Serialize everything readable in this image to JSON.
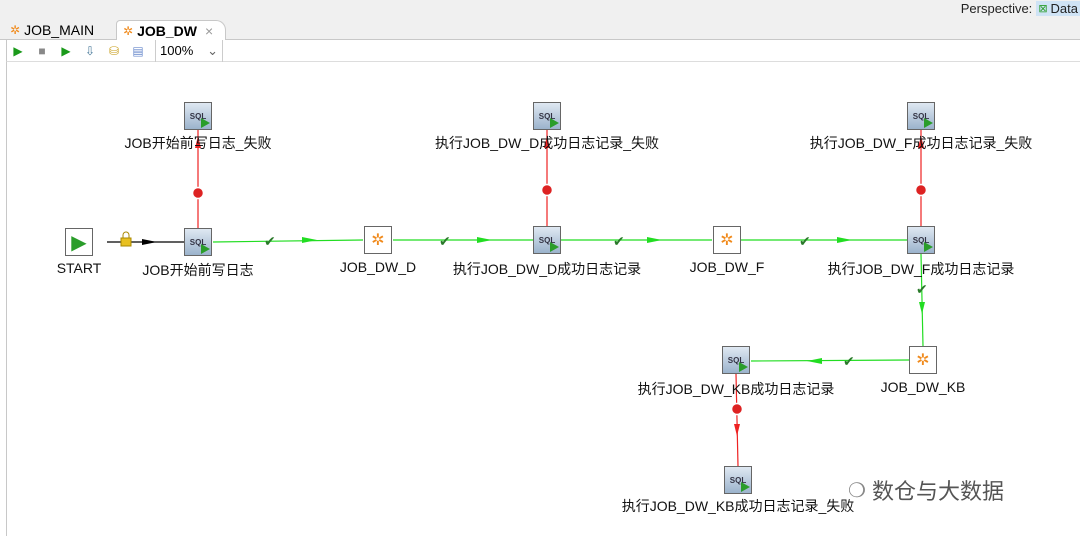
{
  "perspective": {
    "label": "Perspective:",
    "value": "Data"
  },
  "tabs": [
    {
      "label": "JOB_MAIN"
    },
    {
      "label": "JOB_DW",
      "close": "×"
    }
  ],
  "toolbar": {
    "zoom": "100%"
  },
  "nodes": {
    "start": "START",
    "pre_log": "JOB开始前写日志",
    "pre_log_fail": "JOB开始前写日志_失败",
    "job_d": "JOB_DW_D",
    "d_log": "执行JOB_DW_D成功日志记录",
    "d_fail": "执行JOB_DW_D成功日志记录_失败",
    "job_f": "JOB_DW_F",
    "f_log": "执行JOB_DW_F成功日志记录",
    "f_fail": "执行JOB_DW_F成功日志记录_失败",
    "job_kb": "JOB_DW_KB",
    "kb_log": "执行JOB_DW_KB成功日志记录",
    "kb_fail": "执行JOB_DW_KB成功日志记录_失败"
  },
  "sql_label": "SQL",
  "watermark": "数仓与大数据",
  "colors": {
    "success": "#22dd22",
    "failure": "#ee2222",
    "accent": "#f08a1c"
  }
}
